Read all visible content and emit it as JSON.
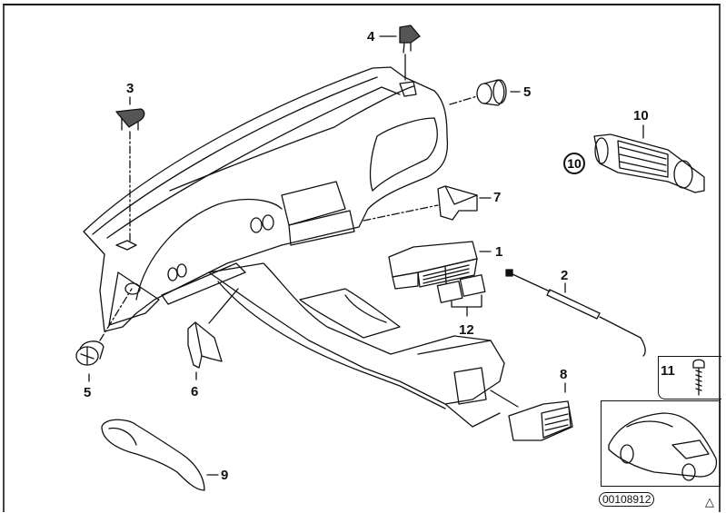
{
  "diagram": {
    "title": "Dashboard trim parts exploded view",
    "diagram_number": "00108912",
    "warning_symbol": "△",
    "line_color": "#111111",
    "background_color": "#ffffff"
  },
  "callouts": [
    {
      "id": "c1",
      "label": "1",
      "part": "center air vent"
    },
    {
      "id": "c2",
      "label": "2",
      "part": "bowden cable"
    },
    {
      "id": "c3",
      "label": "3",
      "part": "left defroster cover"
    },
    {
      "id": "c4",
      "label": "4",
      "part": "right defroster cover"
    },
    {
      "id": "c5a",
      "label": "5",
      "part": "side vent nozzle (right)"
    },
    {
      "id": "c5b",
      "label": "5",
      "part": "side vent nozzle (left)"
    },
    {
      "id": "c6",
      "label": "6",
      "part": "footwell trim piece"
    },
    {
      "id": "c7",
      "label": "7",
      "part": "clip"
    },
    {
      "id": "c8",
      "label": "8",
      "part": "rear center console vent"
    },
    {
      "id": "c9",
      "label": "9",
      "part": "air duct"
    },
    {
      "id": "c10",
      "label": "10",
      "part": "side air vent"
    },
    {
      "id": "c11",
      "label": "11",
      "part": "screw (circled reference)"
    },
    {
      "id": "c12",
      "label": "12",
      "part": "vent inserts"
    }
  ],
  "inset_screw": {
    "label": "11",
    "icon": "screw-icon"
  },
  "inset_car": {
    "icon": "car-silhouette-icon"
  }
}
